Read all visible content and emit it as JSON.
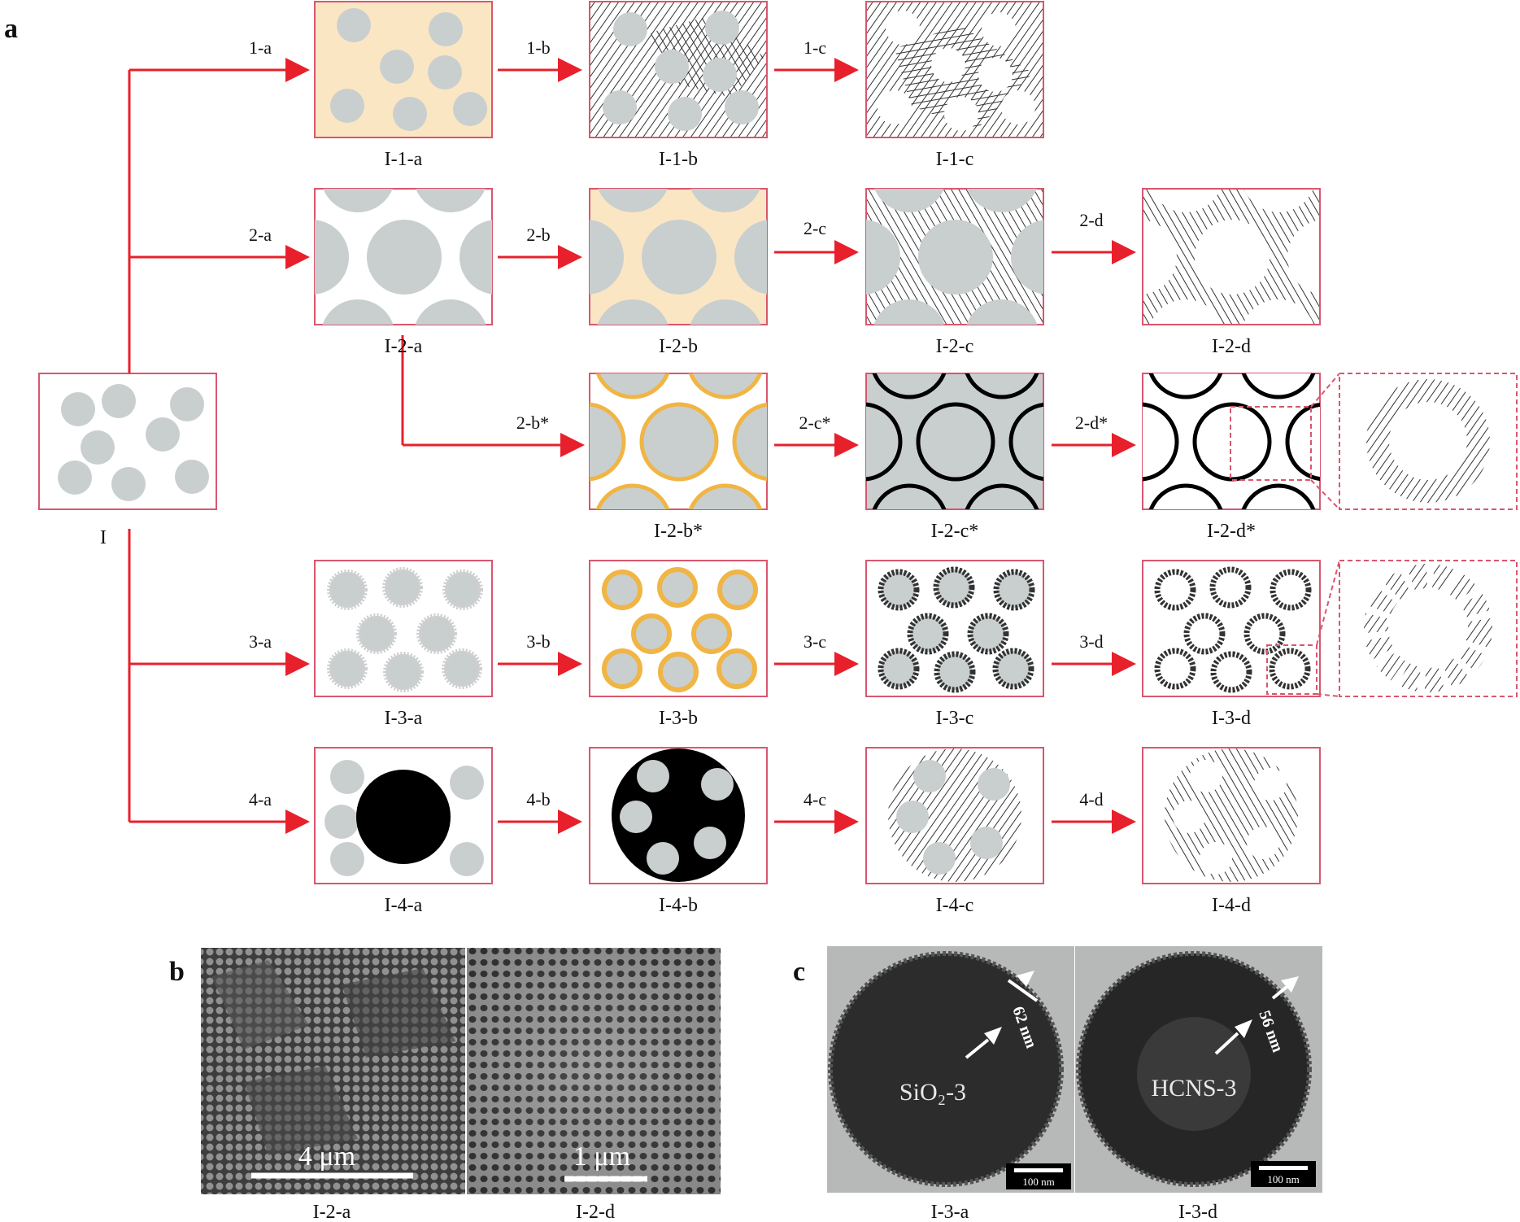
{
  "panel_labels": {
    "a": "a",
    "b": "b",
    "c": "c"
  },
  "start": {
    "caption": "I"
  },
  "rows": [
    {
      "id": "1",
      "branch_label": "1-a",
      "steps": [
        "1-b",
        "1-c"
      ],
      "captions": [
        "I-1-a",
        "I-1-b",
        "I-1-c"
      ]
    },
    {
      "id": "2",
      "branch_label": "2-a",
      "steps": [
        "2-b",
        "2-c",
        "2-d"
      ],
      "captions": [
        "I-2-a",
        "I-2-b",
        "I-2-c",
        "I-2-d"
      ]
    },
    {
      "id": "2star",
      "branch_label": "2-b*",
      "steps": [
        "2-c*",
        "2-d*"
      ],
      "captions": [
        "I-2-b*",
        "I-2-c*",
        "I-2-d*"
      ]
    },
    {
      "id": "3",
      "branch_label": "3-a",
      "steps": [
        "3-b",
        "3-c",
        "3-d"
      ],
      "captions": [
        "I-3-a",
        "I-3-b",
        "I-3-c",
        "I-3-d"
      ]
    },
    {
      "id": "4",
      "branch_label": "4-a",
      "steps": [
        "4-b",
        "4-c",
        "4-d"
      ],
      "captions": [
        "I-4-a",
        "I-4-b",
        "I-4-c",
        "I-4-d"
      ]
    }
  ],
  "panel_b": {
    "left": {
      "scale_text": "4 μm",
      "caption": "I-2-a"
    },
    "right": {
      "scale_text": "1 μm",
      "caption": "I-2-d"
    }
  },
  "panel_c": {
    "left": {
      "label": "SiO₂-3",
      "thickness": "62 nm",
      "scale_text": "100 nm",
      "caption": "I-3-a"
    },
    "right": {
      "label": "HCNS-3",
      "thickness": "56 nm",
      "scale_text": "100 nm",
      "caption": "I-3-d"
    }
  },
  "colors": {
    "box_border": "#d9566e",
    "arrow": "#e8202c",
    "sphere": "#c9cfcf",
    "precursor_fill": "#fbe6c4",
    "orange_shell": "#f0b545",
    "black": "#000000"
  }
}
